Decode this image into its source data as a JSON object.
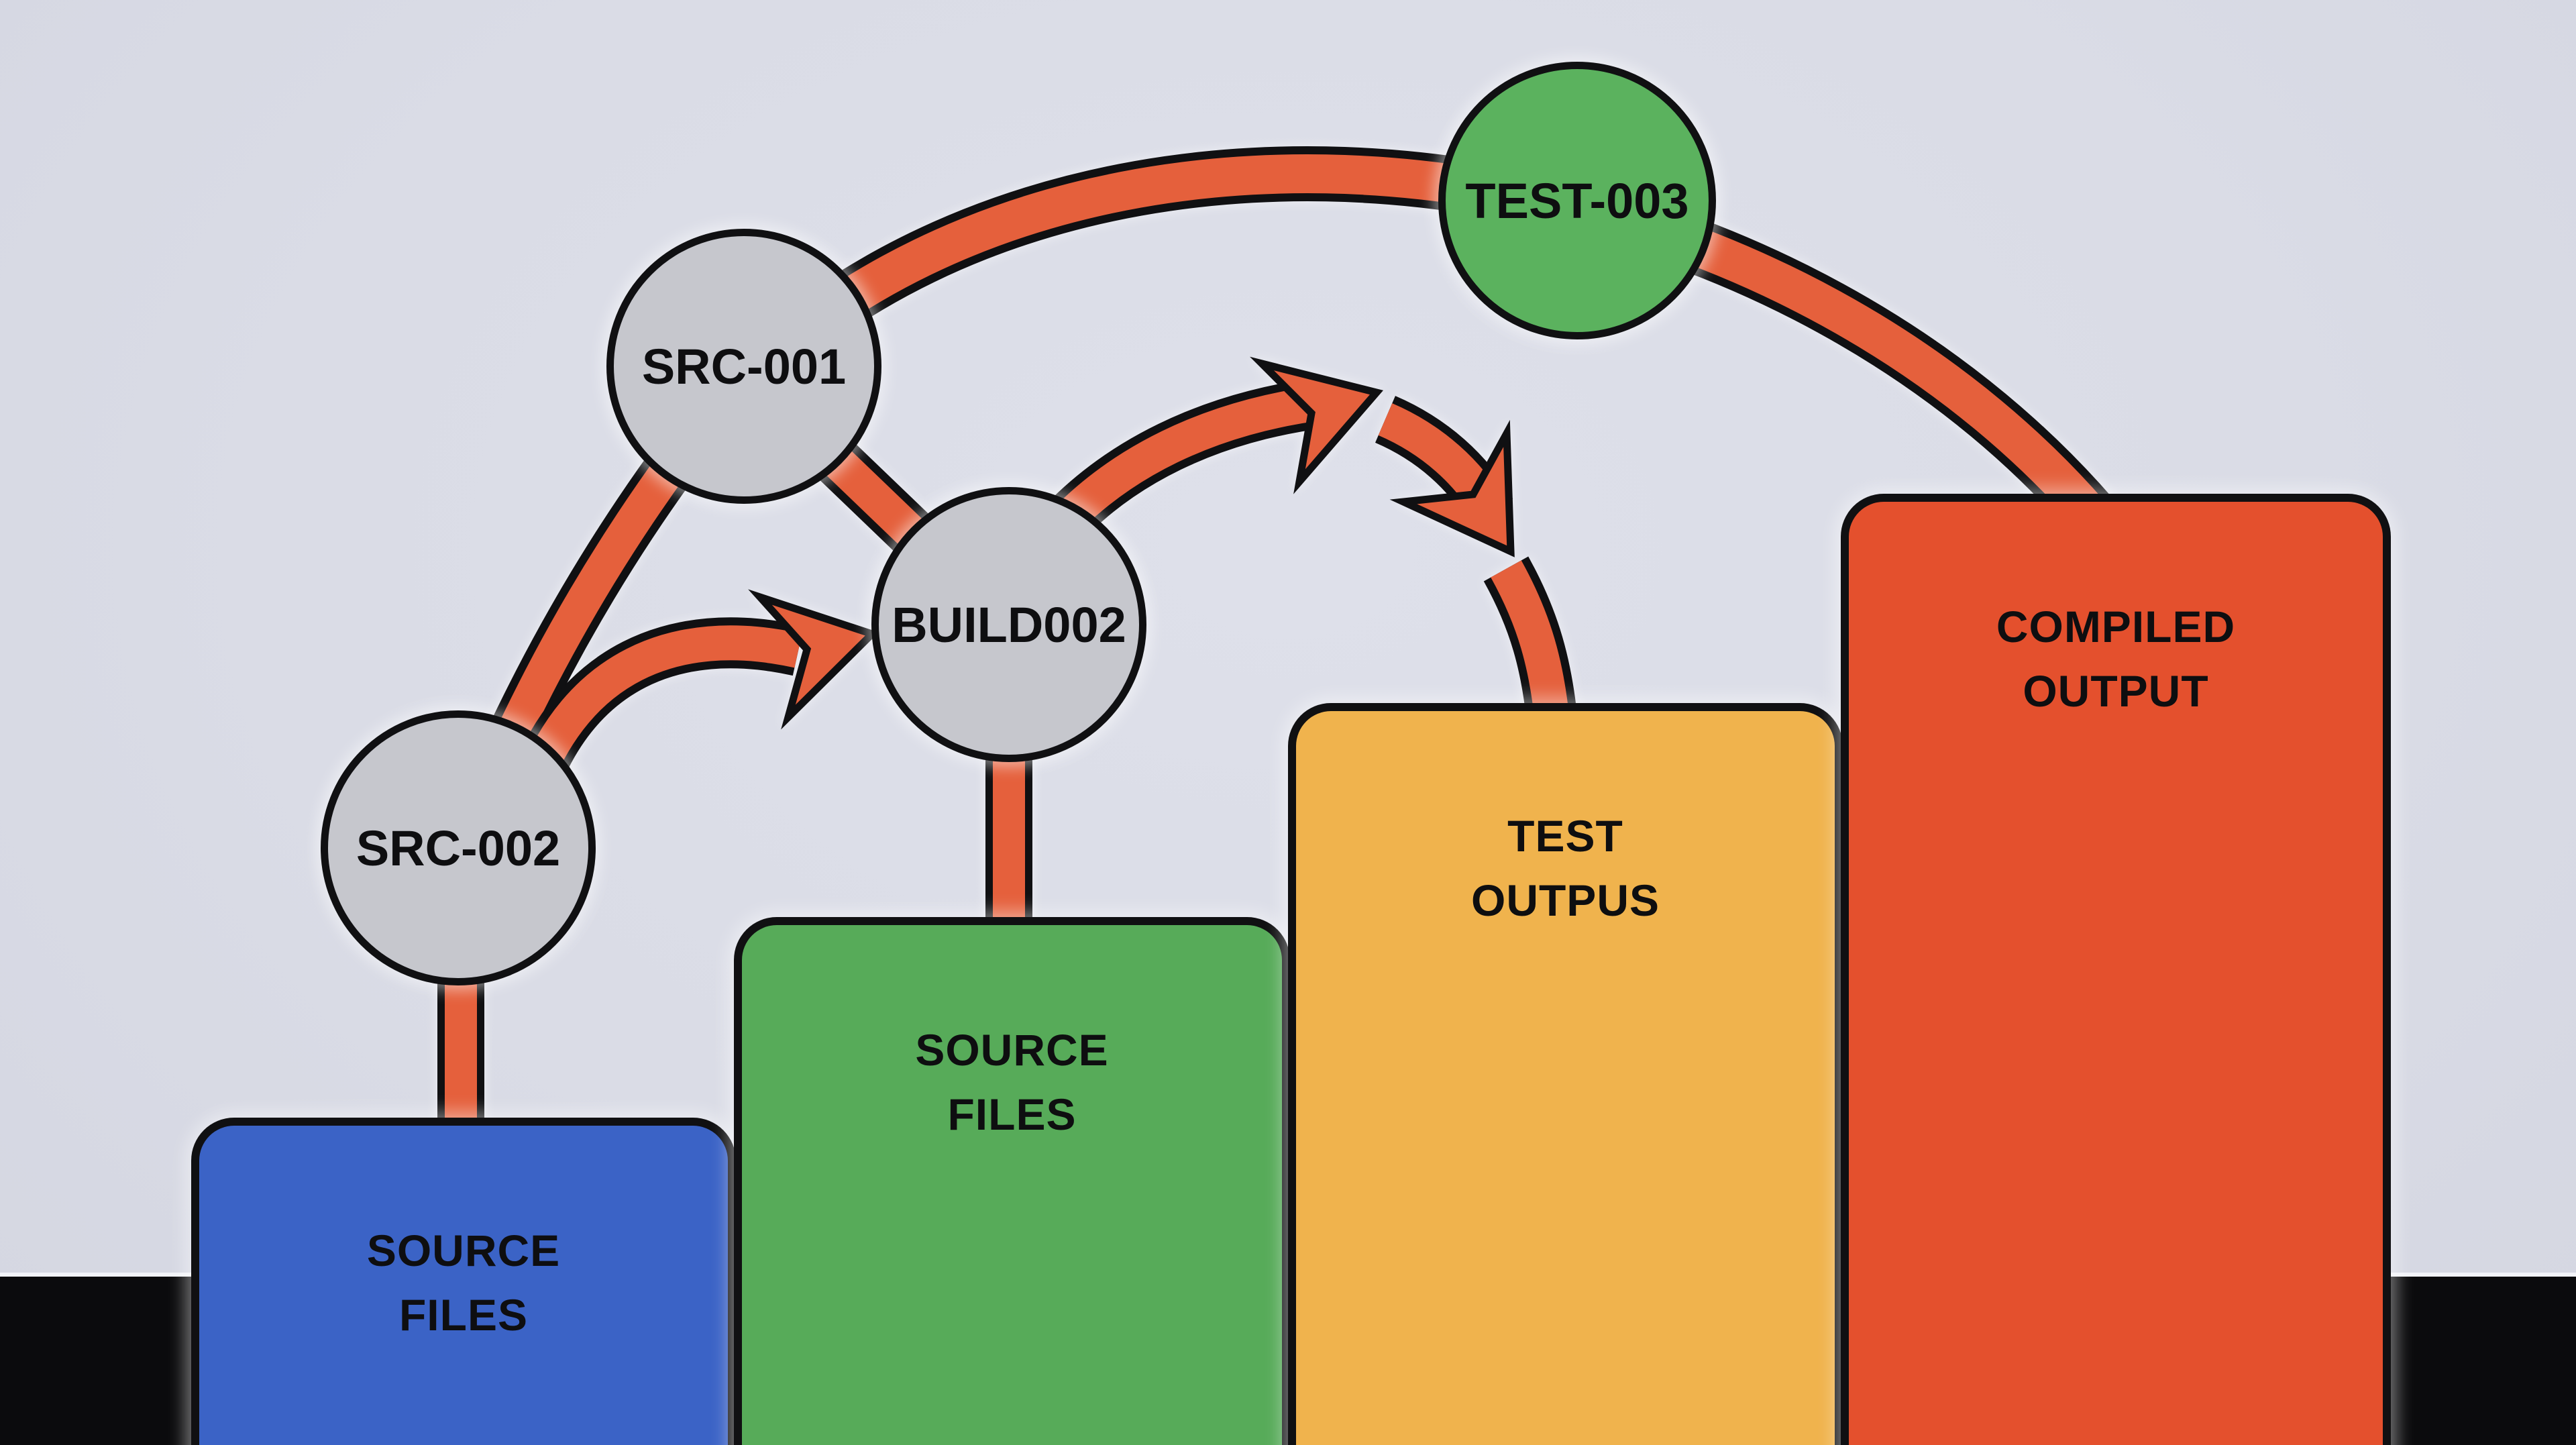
{
  "diagram": {
    "background_color": "#dadce6",
    "bottom_bar_color": "#0b0b0d",
    "connector_color": "#e5603c",
    "outline_color": "#101012",
    "nodes": [
      {
        "id": "src-001",
        "label": "SRC-001",
        "fill": "#c6c7cd"
      },
      {
        "id": "src-002",
        "label": "SRC-002",
        "fill": "#c6c7cd"
      },
      {
        "id": "build002",
        "label": "BUILD002",
        "fill": "#c6c7cd"
      },
      {
        "id": "test-003",
        "label": "TEST-003",
        "fill": "#5bb25e"
      }
    ],
    "stages": [
      {
        "id": "source-files-blue",
        "line1": "SOURCE",
        "line2": "FILES",
        "fill": "#3b63c6"
      },
      {
        "id": "source-files-green",
        "line1": "SOURCE",
        "line2": "FILES",
        "fill": "#57ab59"
      },
      {
        "id": "test-outpus",
        "line1": "TEST",
        "line2": "OUTPUS",
        "fill": "#f0b34d"
      },
      {
        "id": "compiled-output",
        "line1": "COMPILED",
        "line2": "OUTPUT",
        "fill": "#e4502d"
      }
    ],
    "edges": [
      {
        "from": "src-002",
        "to": "source-files-blue",
        "type": "line"
      },
      {
        "from": "src-001",
        "to": "src-002",
        "type": "line"
      },
      {
        "from": "src-002",
        "to": "build002",
        "type": "arrow",
        "arrowheads": 1
      },
      {
        "from": "src-001",
        "to": "build002",
        "type": "line"
      },
      {
        "from": "build002",
        "to": "source-files-green",
        "type": "line"
      },
      {
        "from": "build002",
        "to": "test-outpus",
        "type": "arrow",
        "arrowheads": 2
      },
      {
        "from": "src-001",
        "to": "compiled-output",
        "type": "line",
        "via": "test-003"
      }
    ]
  }
}
